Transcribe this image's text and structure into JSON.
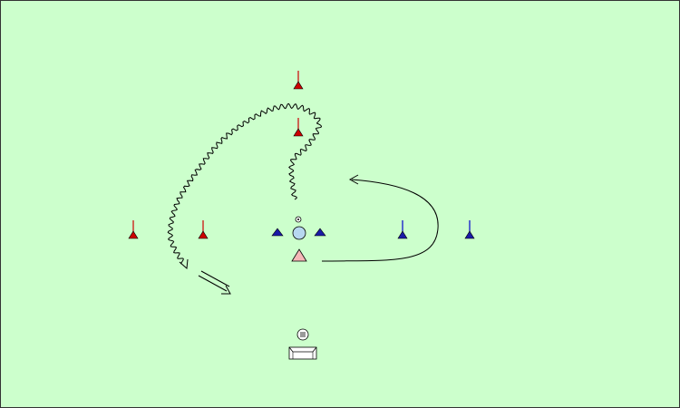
{
  "diagram": {
    "field_color": "#ccffcc",
    "border_color": "#333333",
    "colors": {
      "red_pole": "#cc0000",
      "blue_pole": "#0000cc",
      "blue_cone": "#1a1aa6",
      "player_attacker": "#f5b7b7",
      "player_defender": "#b7d7f0",
      "line": "#000000"
    },
    "elements": {
      "red_flag_poles": 4,
      "blue_flag_poles": 2,
      "blue_cones": 2,
      "attacking_player": "pink-triangle",
      "defending_player": "light-blue-circle",
      "goalkeeper_icon": "circle-with-letter",
      "mini_goal": "goal-icon"
    },
    "movements": [
      "dribble-path",
      "run-path",
      "pass-arrow"
    ]
  }
}
